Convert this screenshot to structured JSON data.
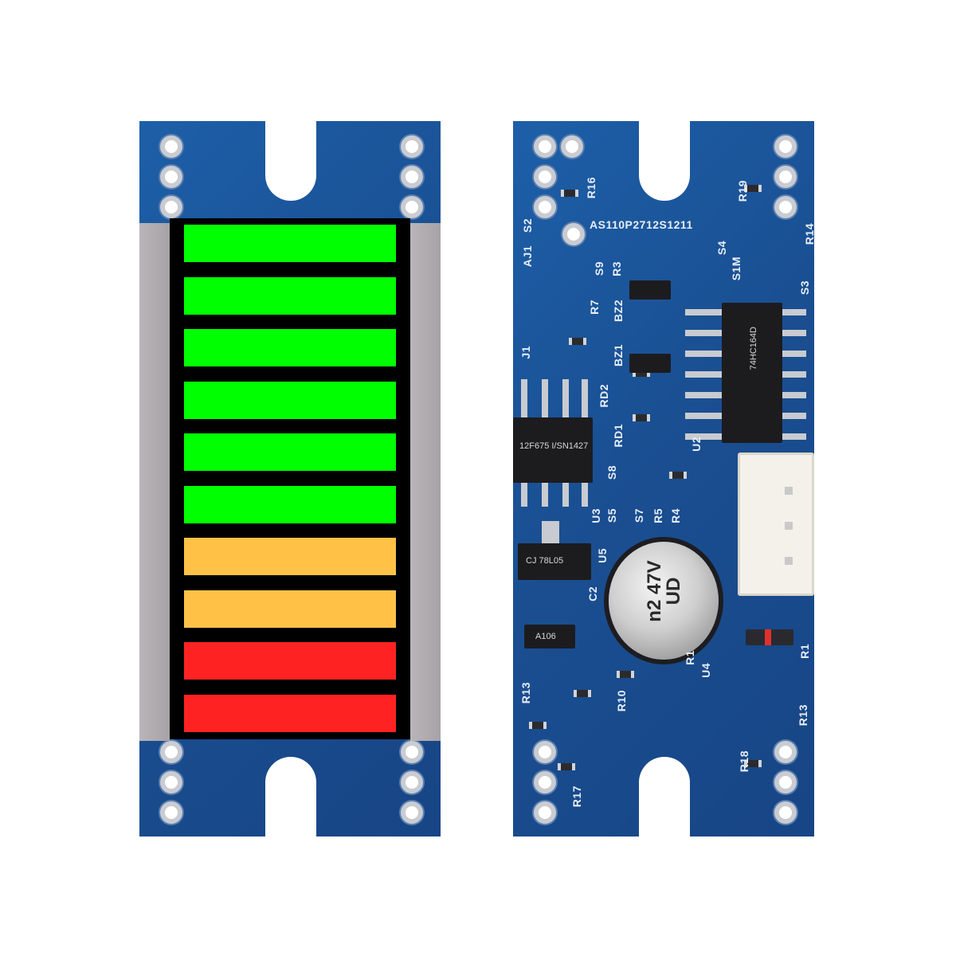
{
  "scene": {
    "background": "#ffffff"
  },
  "front_board": {
    "segments": [
      {
        "color": "#00ff00"
      },
      {
        "color": "#00ff00"
      },
      {
        "color": "#00ff00"
      },
      {
        "color": "#00ff00"
      },
      {
        "color": "#00ff00"
      },
      {
        "color": "#00ff00"
      },
      {
        "color": "#ffc247"
      },
      {
        "color": "#ffc247"
      },
      {
        "color": "#ff2222"
      },
      {
        "color": "#ff2222"
      }
    ],
    "pcb_color": "#1a4f92"
  },
  "back_board": {
    "header_text": "AS110P2712S1211",
    "ic_u2_text": "74HC164D",
    "ic_u3_text": "12F675 I/SN1427",
    "regulator_text": "CJ 78L05",
    "transistor_text": "A106",
    "capacitor_text": "n2 47V UD",
    "labels": [
      "R16",
      "R19",
      "R14",
      "AJ1",
      "S2",
      "S9",
      "R3",
      "S4",
      "S1M",
      "S3",
      "R7",
      "BZ2",
      "BZ1",
      "J1",
      "RD2",
      "RD1",
      "U2",
      "S8",
      "S5",
      "S7",
      "R5",
      "R4",
      "U3",
      "U5",
      "C2",
      "R13",
      "R10",
      "R1",
      "U4",
      "R18",
      "R17",
      "R13",
      "R1"
    ]
  }
}
